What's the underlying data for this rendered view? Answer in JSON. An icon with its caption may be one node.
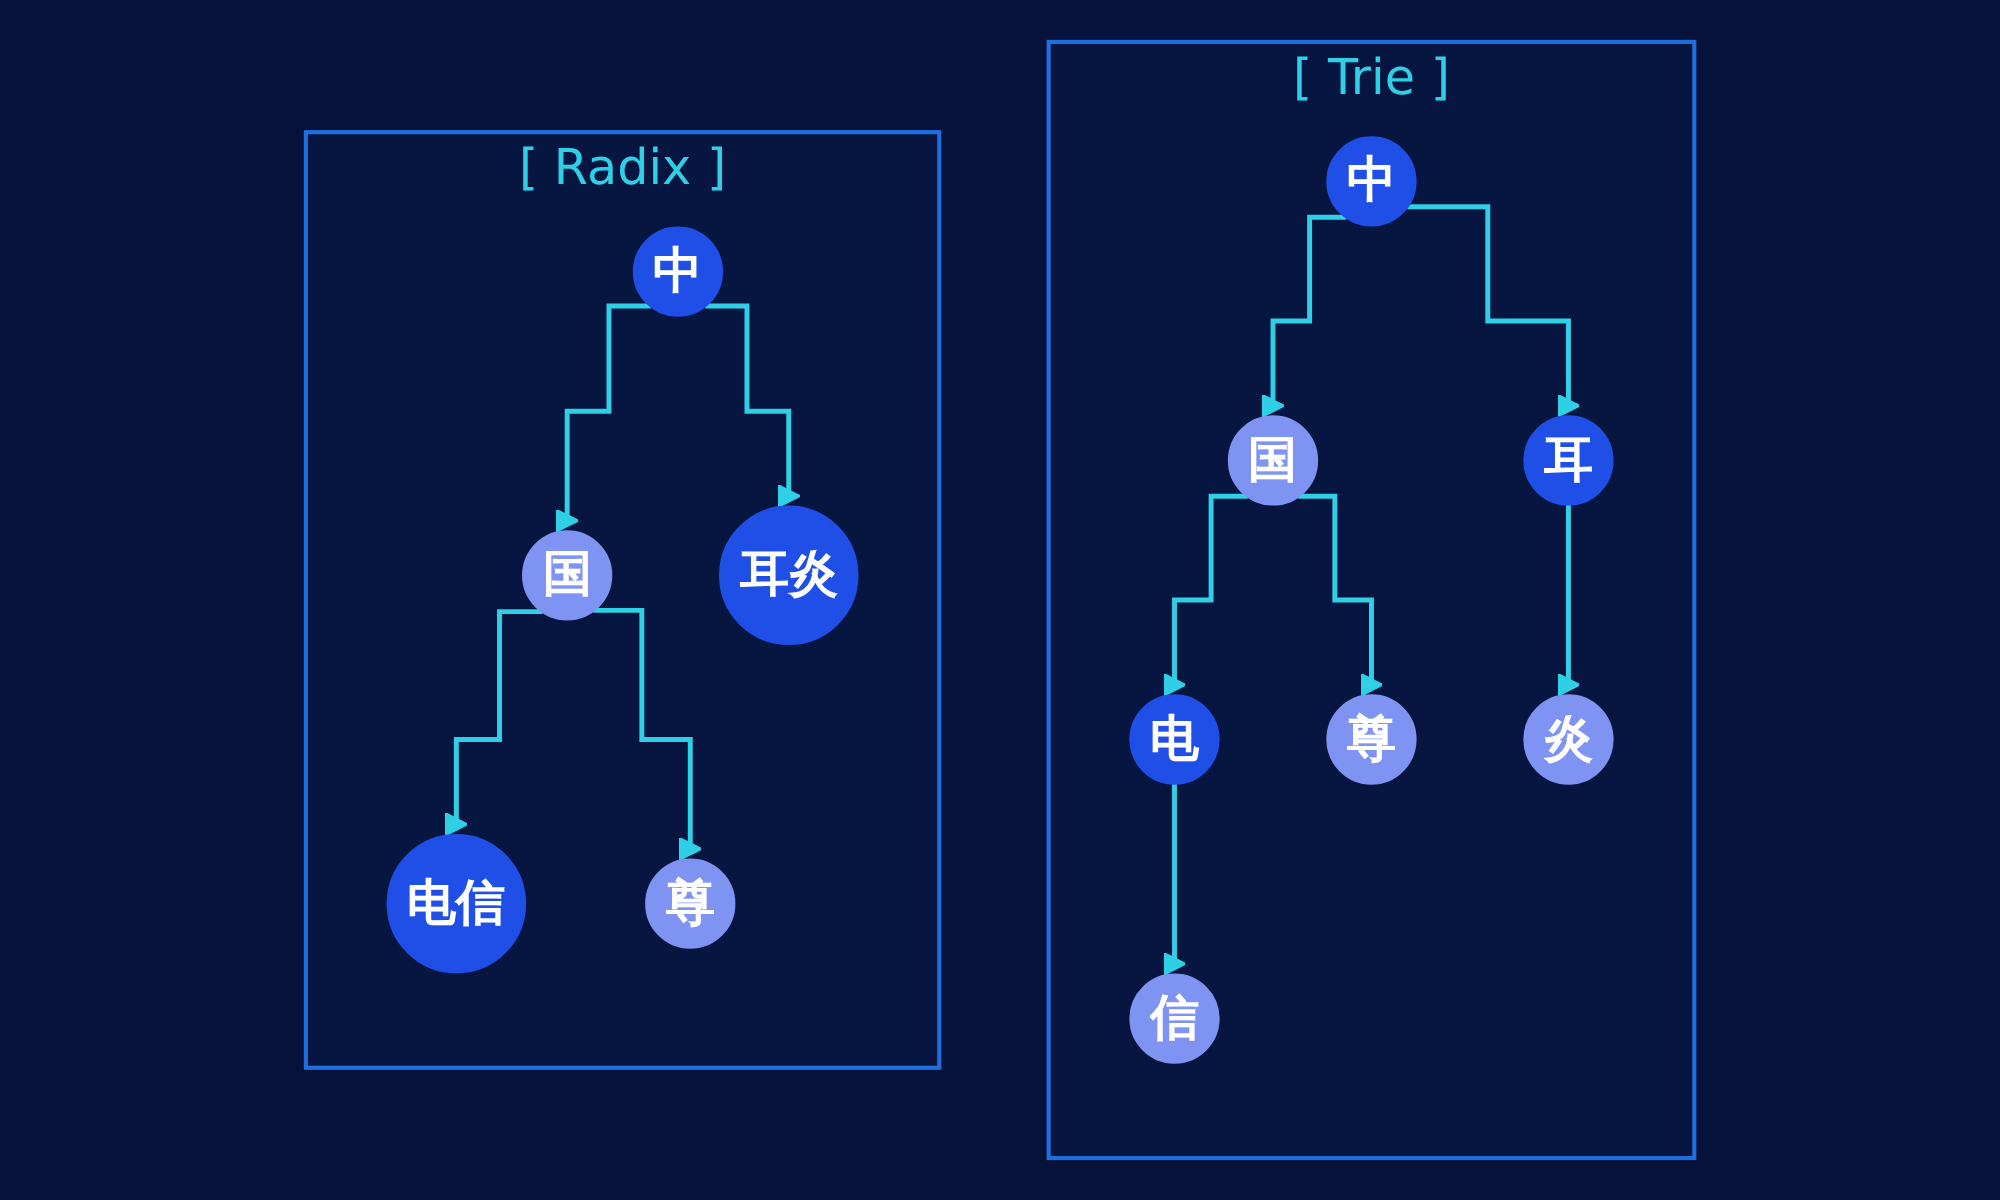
{
  "diagram": {
    "nodes": [
      {
        "text": [
          "[ Trie ]"
        ]
      },
      {
        "text": [
          "中"
        ],
        "in": 0
      },
      {
        "text": [
          "国"
        ],
        "in": 0
      },
      {
        "text": [
          "耳"
        ],
        "in": 0
      },
      {
        "text": [
          "电"
        ],
        "in": 0
      },
      {
        "text": [
          "尊"
        ],
        "in": 0
      },
      {
        "text": [
          "炎"
        ],
        "in": 0
      },
      {
        "text": [
          "信"
        ],
        "in": 0
      },
      {
        "text": [
          "[ Radix ]"
        ]
      },
      {
        "text": [
          "中"
        ],
        "in": 8
      },
      {
        "text": [
          "国"
        ],
        "in": 8
      },
      {
        "text": [
          "耳炎"
        ],
        "in": 8
      },
      {
        "text": [
          "电信"
        ],
        "in": 8
      },
      {
        "text": [
          "尊"
        ],
        "in": 8
      }
    ],
    "edges": [
      {
        "from": 1,
        "to": 2,
        "arrow": "to"
      },
      {
        "from": 1,
        "to": 3,
        "arrow": "to"
      },
      {
        "from": 2,
        "to": 4,
        "arrow": "to"
      },
      {
        "from": 2,
        "to": 5,
        "arrow": "to"
      },
      {
        "from": 3,
        "to": 6,
        "arrow": "to"
      },
      {
        "from": 4,
        "to": 7,
        "arrow": "to"
      },
      {
        "from": 9,
        "to": 10,
        "arrow": "to"
      },
      {
        "from": 9,
        "to": 11,
        "arrow": "to"
      },
      {
        "from": 10,
        "to": 12,
        "arrow": "to"
      },
      {
        "from": 10,
        "to": 13,
        "arrow": "to"
      }
    ]
  }
}
